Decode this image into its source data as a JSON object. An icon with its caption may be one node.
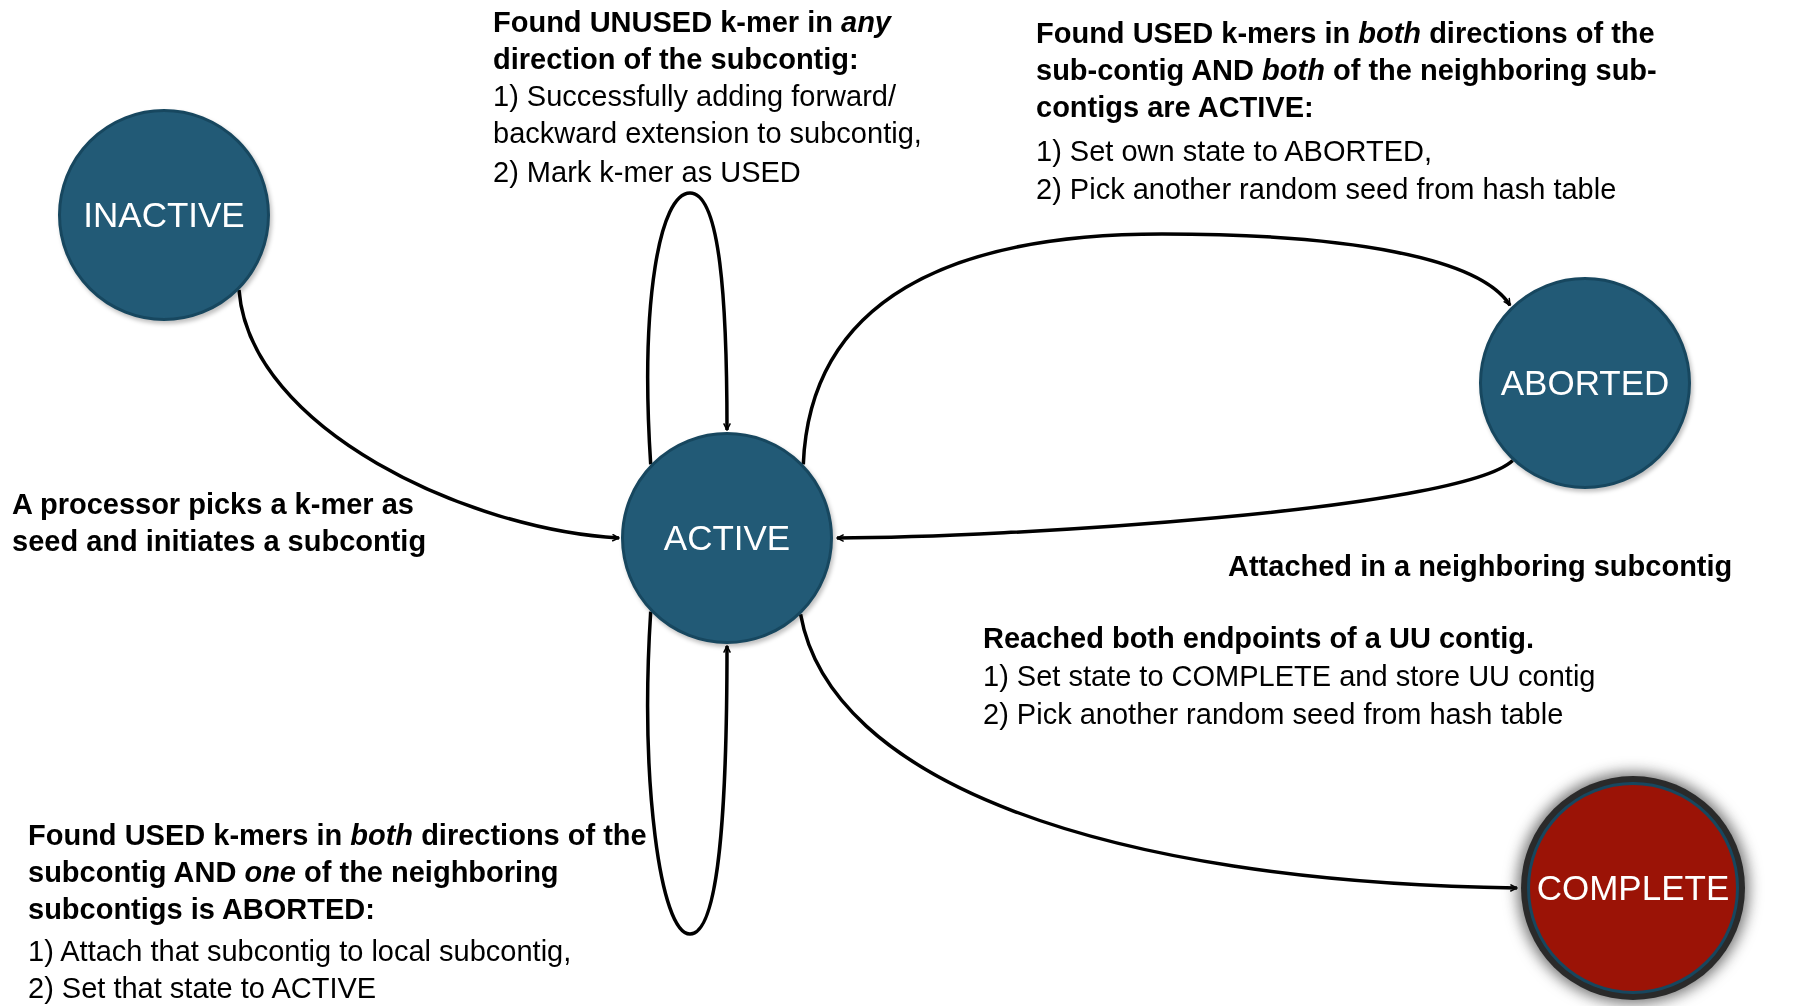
{
  "diagram": {
    "nodes": [
      {
        "text": [
          "INACTIVE"
        ]
      },
      {
        "text": [
          "ACTIVE"
        ]
      },
      {
        "text": [
          "ABORTED"
        ]
      },
      {
        "text": [
          "COMPLETE"
        ]
      }
    ],
    "edges": [
      {
        "from": 0,
        "to": 1,
        "arrow": "to",
        "label": "A processor picks a k-mer as seed and initiates a subcontig"
      },
      {
        "from": 1,
        "to": 1,
        "arrow": "to",
        "label": "Found UNUSED k-mer in *any* direction of the subcontig:"
      },
      {
        "from": 1,
        "to": 2,
        "arrow": "to",
        "label": "Found USED k-mers in *both* directions of the sub-contig AND *both* of the neighboring sub-contigs are ACTIVE:"
      },
      {
        "from": 2,
        "to": 1,
        "arrow": "to",
        "label": "Attached in a neighboring subcontig"
      },
      {
        "from": 1,
        "to": 3,
        "arrow": "to",
        "label": "Reached both endpoints of a UU contig."
      },
      {
        "from": 1,
        "to": 1,
        "arrow": "to",
        "label": "Found USED k-mers in *both* directions of the subcontig AND *one* of the neighboring subcontigs is ABORTED:"
      }
    ],
    "labels": [
      "1) Successfully adding forward/ backward extension to subcontig,",
      "2) Mark k-mer as USED",
      "1) Set own state to ABORTED,",
      "2) Pick another random seed from hash table",
      "1) Set state to COMPLETE and store UU contig",
      "2) Pick another random seed from hash table",
      "1) Attach that subcontig to local subcontig,",
      "2) Set that state to ACTIVE"
    ]
  }
}
